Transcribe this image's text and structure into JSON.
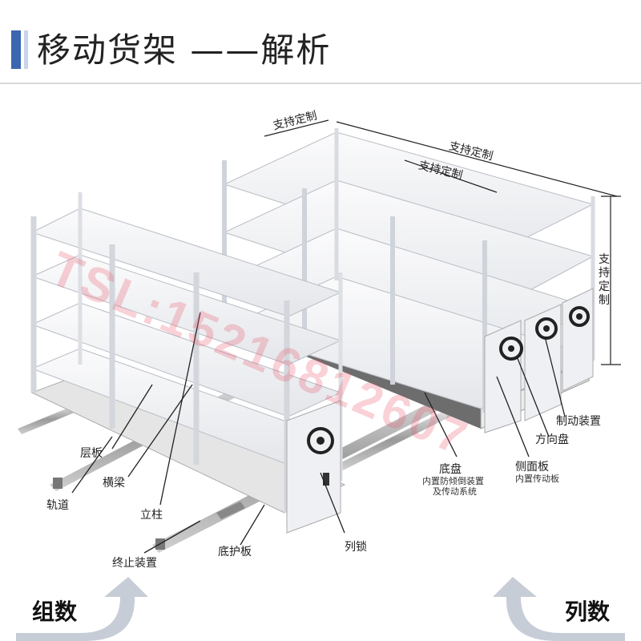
{
  "header": {
    "title": "移动货架 ——解析"
  },
  "dimensions": {
    "depth_label": "支持定制",
    "length_label": "支持定制",
    "bay_label": "支持定制",
    "height_label": "支持定制"
  },
  "parts": {
    "shelf": "层板",
    "beam": "横梁",
    "track": "轨道",
    "post": "立柱",
    "end_stop": "终止装置",
    "base_guard": "底护板",
    "lock": "列锁",
    "chassis": "底盘",
    "chassis_note1": "内置防倾倒装置",
    "chassis_note2": "及传动系统",
    "side_panel": "侧面板",
    "side_panel_note": "内置传动板",
    "steering_wheel": "方向盘",
    "brake": "制动装置"
  },
  "footer": {
    "groups": "组数",
    "columns": "列数"
  },
  "watermark": "TSL:15216812607",
  "colors": {
    "accent": "#3b66b0",
    "shelf": "#f2f3f5",
    "watermark": "#eb5a6e"
  }
}
